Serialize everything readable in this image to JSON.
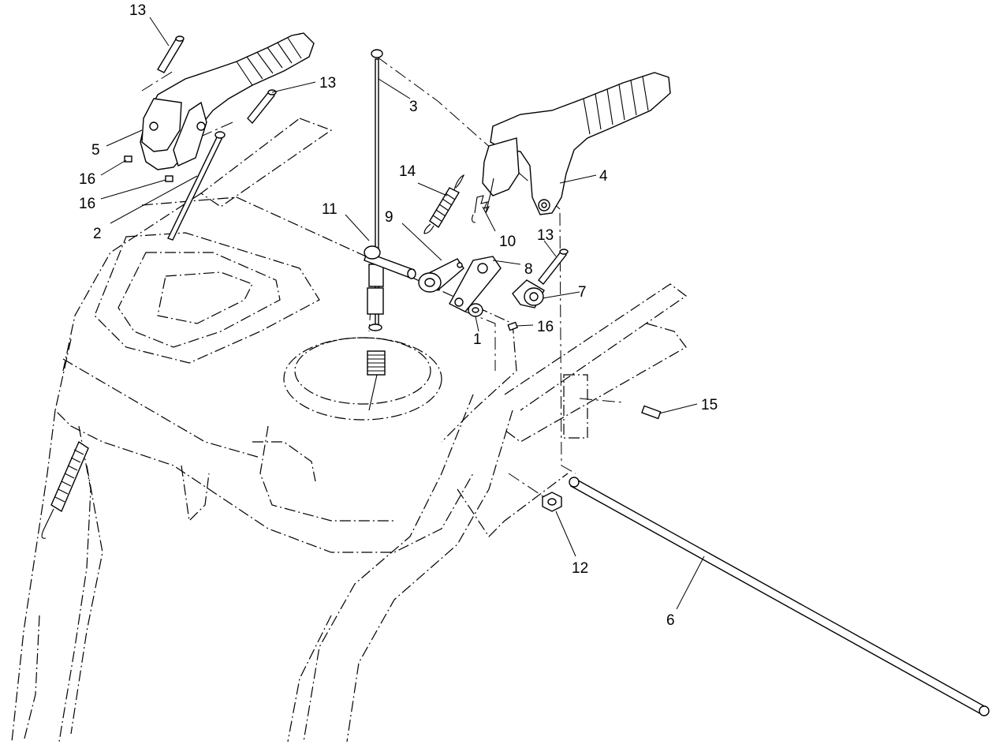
{
  "callouts": [
    {
      "id": "c1",
      "label": "1"
    },
    {
      "id": "c2",
      "label": "2"
    },
    {
      "id": "c3",
      "label": "3"
    },
    {
      "id": "c4",
      "label": "4"
    },
    {
      "id": "c5",
      "label": "5"
    },
    {
      "id": "c6",
      "label": "6"
    },
    {
      "id": "c7",
      "label": "7"
    },
    {
      "id": "c8",
      "label": "8"
    },
    {
      "id": "c9",
      "label": "9"
    },
    {
      "id": "c10",
      "label": "10"
    },
    {
      "id": "c11",
      "label": "11"
    },
    {
      "id": "c12",
      "label": "12"
    },
    {
      "id": "c13a",
      "label": "13"
    },
    {
      "id": "c13b",
      "label": "13"
    },
    {
      "id": "c13c",
      "label": "13"
    },
    {
      "id": "c14",
      "label": "14"
    },
    {
      "id": "c15",
      "label": "15"
    },
    {
      "id": "c16a",
      "label": "16"
    },
    {
      "id": "c16b",
      "label": "16"
    },
    {
      "id": "c16c",
      "label": "16"
    }
  ]
}
